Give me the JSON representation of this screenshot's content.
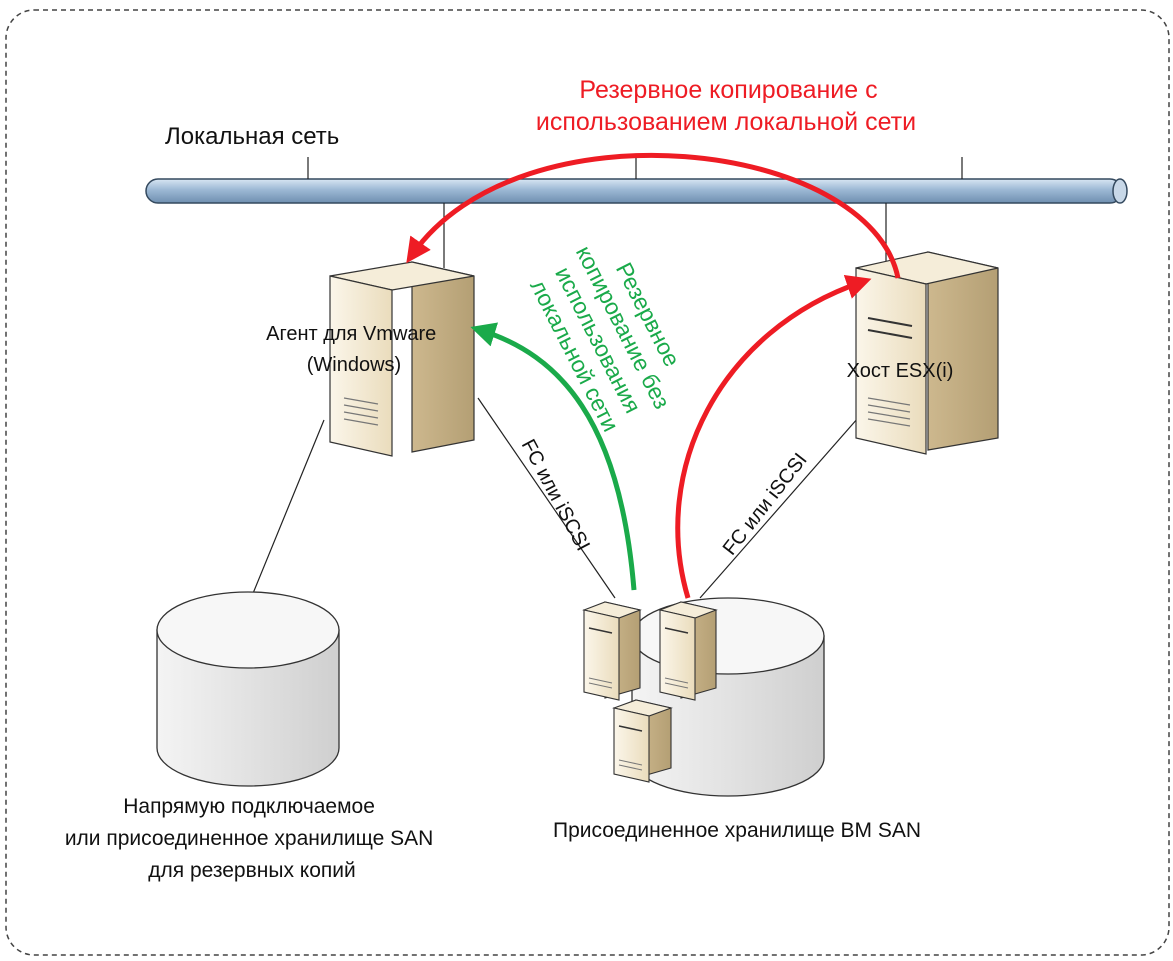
{
  "labels": {
    "lan": "Локальная сеть",
    "lan_backup": [
      "Резервное копирование с",
      "использованием локальной сети"
    ],
    "lanfree_backup": [
      "Резервное",
      "копирование без",
      "использования",
      "локальной сети"
    ],
    "agent": [
      "Агент для Vmware",
      "(Windows)"
    ],
    "esx_host": "Хост ESX(i)",
    "fc_left": "FC или iSCSI",
    "fc_right": "FC или iSCSI",
    "backup_storage": [
      "Напрямую подключаемое",
      "или присоединенное хранилище SAN",
      "для резервных копий"
    ],
    "vm_storage": "Присоединенное хранилище ВМ SAN"
  },
  "colors": {
    "lan_arrow": "#ee1c24",
    "lanfree_arrow": "#1aaa4a",
    "lan_bus": "#a9c3dc",
    "server": "#f0e4c8",
    "disk": "#e8e8e8"
  }
}
